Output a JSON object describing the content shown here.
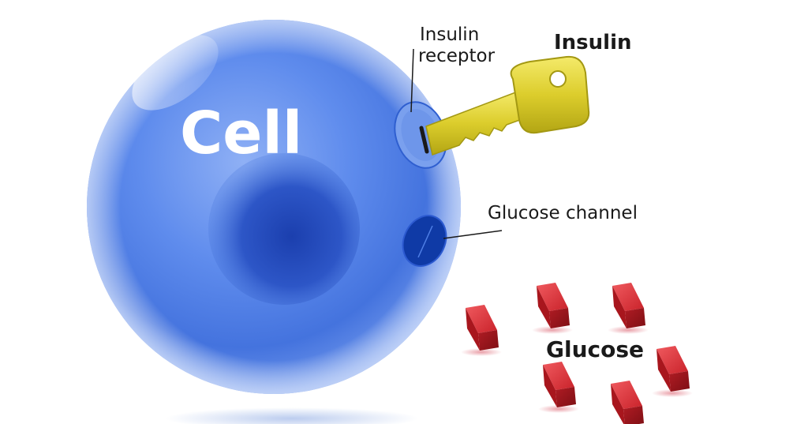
{
  "labels": {
    "cell": "Cell",
    "insulin_receptor_line1": "Insulin",
    "insulin_receptor_line2": "receptor",
    "insulin": "Insulin",
    "glucose_channel": "Glucose channel",
    "glucose": "Glucose"
  },
  "colors": {
    "cell_light": "#a9c3f7",
    "cell_mid": "#4f7fe6",
    "cell_dark": "#1e4fc7",
    "nucleus": "#1f46b8",
    "channel": "#0c3aa8",
    "key": "#e3d63a",
    "key_dark": "#a79c12",
    "glucose": "#d42a32",
    "glucose_dark": "#8c1218",
    "label_text": "#1a1a1a",
    "cell_text": "#ffffff"
  },
  "icons": {
    "insulin": "key-icon",
    "glucose": "glucose-crystal-icon"
  }
}
